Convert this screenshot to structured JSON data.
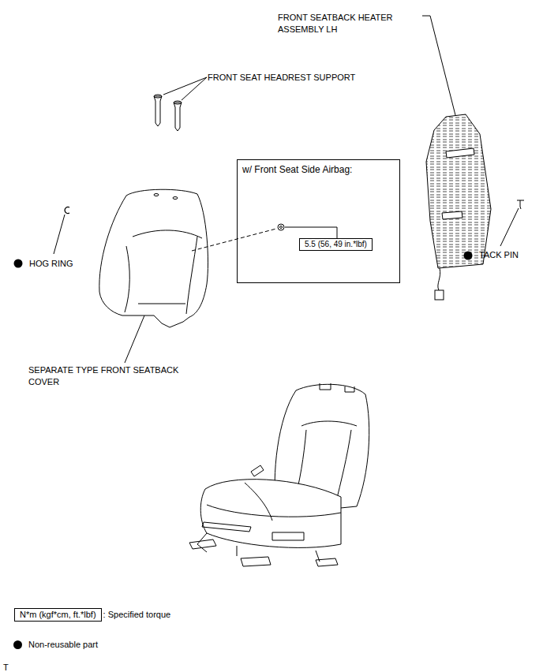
{
  "diagram": {
    "nodes": [
      {
        "text": [
          "w/ Front Seat Side Airbag:"
        ]
      },
      {
        "text": [
          "5.5 (56, 49 in.*lbf)"
        ],
        "in": 0
      },
      {
        "text": [
          "N*m (kgf*cm, ft.*lbf)"
        ]
      }
    ],
    "labels": [
      "FRONT SEATBACK HEATER ASSEMBLY LH",
      "FRONT SEAT HEADREST SUPPORT",
      "HOG RING",
      "TACK PIN",
      "SEPARATE TYPE FRONT SEATBACK COVER",
      "T"
    ],
    "legend": [
      {
        "text": ": Specified torque"
      },
      {
        "text": "Non-reusable part"
      }
    ]
  }
}
